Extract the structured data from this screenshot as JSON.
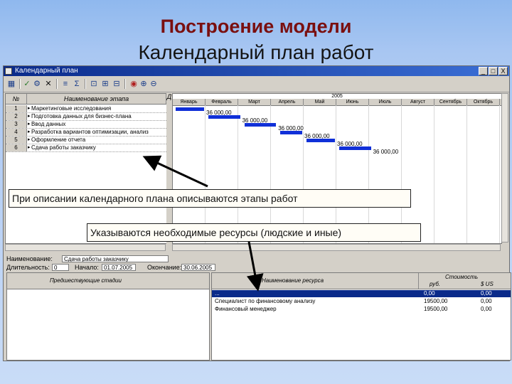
{
  "slide": {
    "title": "Построение модели",
    "subtitle": "Календарный план работ"
  },
  "window": {
    "title": "Календарный план",
    "controls": [
      "_",
      "□",
      "X"
    ]
  },
  "toolbar": {
    "icons": [
      "grid-icon",
      "check-icon",
      "settings-icon",
      "close-icon",
      "list-icon",
      "sigma-icon",
      "select-icon",
      "tree-icon",
      "tree-icon",
      "zoom-icon",
      "zoom-in-icon",
      "zoom-out-icon"
    ]
  },
  "stage_grid": {
    "col_num": "№",
    "col_name": "Наименование этапа",
    "col_extra": "Д",
    "rows": [
      {
        "num": "1",
        "name": "Маркетинговые исследования"
      },
      {
        "num": "2",
        "name": "Подготовка данных для бизнес-плана"
      },
      {
        "num": "3",
        "name": "Ввод данных"
      },
      {
        "num": "4",
        "name": "Разработка вариантов оптимизации, анализ"
      },
      {
        "num": "5",
        "name": "Оформление отчета"
      },
      {
        "num": "6",
        "name": "Сдача работы заказчику"
      }
    ]
  },
  "gantt": {
    "year": "2005",
    "months": [
      "Январь",
      "Февраль",
      "Март",
      "Апрель",
      "Май",
      "Июнь",
      "Июль",
      "Август",
      "Сентябрь",
      "Октябрь"
    ],
    "bars": [
      {
        "start": 0.0,
        "end": 1.0,
        "label": "36 000,00"
      },
      {
        "start": 1.0,
        "end": 2.1,
        "label": "36 000,00"
      },
      {
        "start": 2.1,
        "end": 3.2,
        "label": "36 000,00"
      },
      {
        "start": 3.2,
        "end": 4.0,
        "label": "36 000,00"
      },
      {
        "start": 4.0,
        "end": 5.0,
        "label": "36 000,00"
      },
      {
        "start": 5.0,
        "end": 6.1,
        "label": "36 000,00"
      }
    ]
  },
  "details": {
    "name_label": "Наименование:",
    "name_value": "Сдача работы заказчику",
    "duration_label": "Длительность:",
    "duration_value": "0",
    "start_label": "Начало:",
    "start_value": "01.07.2005",
    "end_label": "Окончание:",
    "end_value": "30.06.2005"
  },
  "stage_table": {
    "header": "Предшествующие стадии"
  },
  "resources_table": {
    "col_name": "Наименование ресурса",
    "col_cost": "Стоимость",
    "col_rub": "руб.",
    "col_usd": "$ US",
    "rows": [
      {
        "name": "...",
        "rub": "0,00",
        "usd": "0,00"
      },
      {
        "name": "Специалист по финансовому анализу",
        "rub": "19500,00",
        "usd": "0,00"
      },
      {
        "name": "Финансовый менеджер",
        "rub": "19500,00",
        "usd": "0,00"
      }
    ]
  },
  "callouts": {
    "first": "При описании календарного плана описываются этапы работ",
    "second": "Указываются необходимые ресурсы (людские и иные)"
  },
  "colors": {
    "title": "#7a0f0f",
    "bar": "#1030d8",
    "titlebar": "#0a2a8a"
  }
}
